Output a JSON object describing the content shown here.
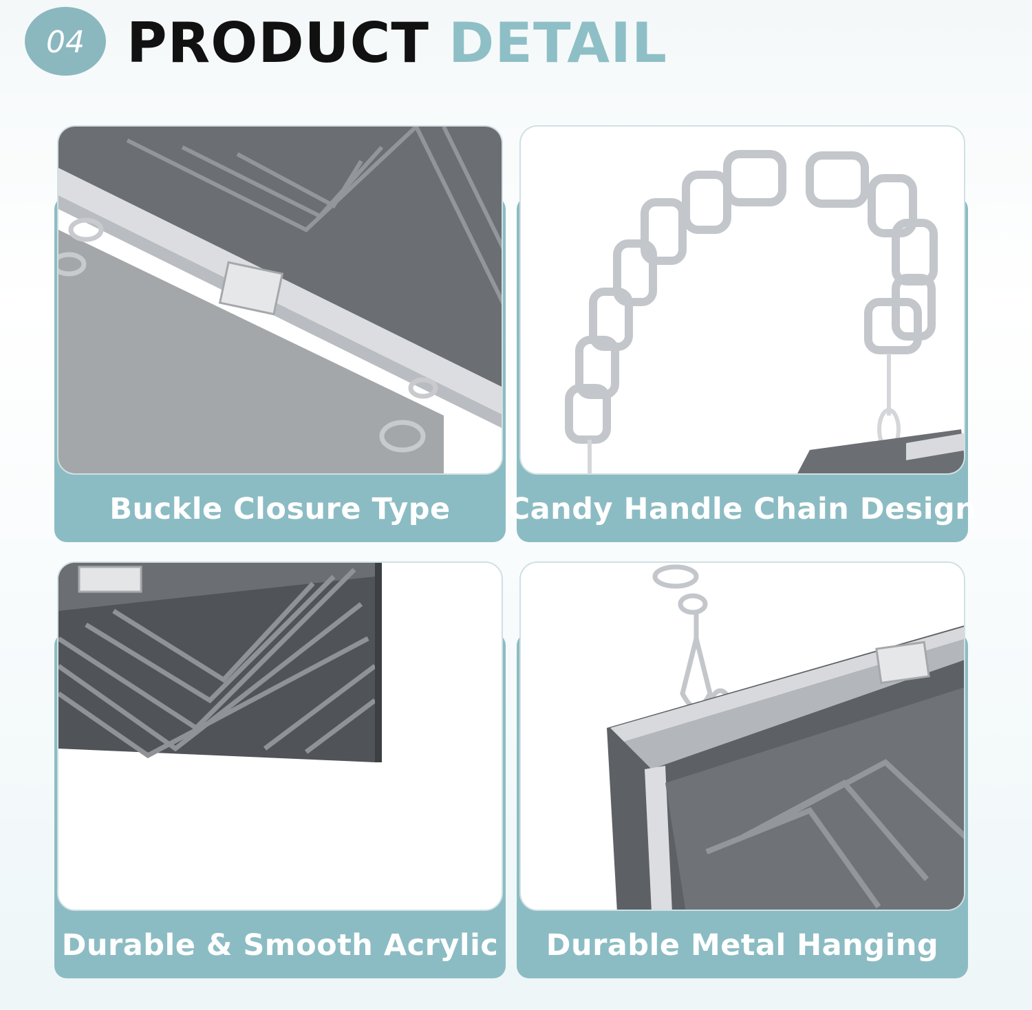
{
  "header": {
    "badge_number": "04",
    "title_word1": "PRODUCT",
    "title_word2": "DETAIL"
  },
  "colors": {
    "accent": "#8cbcc3",
    "title_dark": "#111111",
    "title_accent": "#8ebfc6",
    "caption_text": "#ffffff"
  },
  "cards": [
    {
      "caption": "Buckle Closure Type",
      "image": "acrylic-box-buckle-closeup"
    },
    {
      "caption": "Candy Handle Chain Design",
      "image": "silver-chain-handle"
    },
    {
      "caption": "Durable & Smooth Acrylic",
      "image": "acrylic-box-side-closeup"
    },
    {
      "caption": "Durable Metal Hanging",
      "image": "metal-hook-and-frame"
    }
  ]
}
